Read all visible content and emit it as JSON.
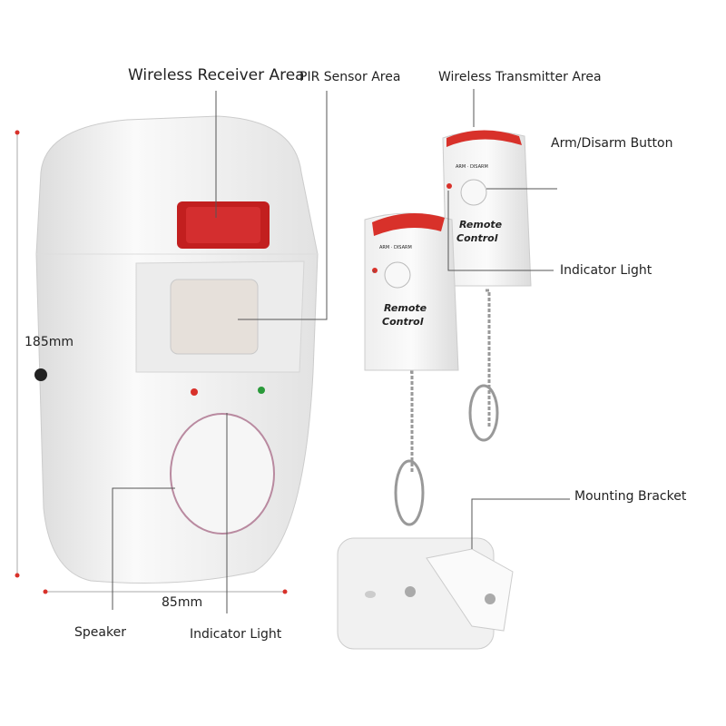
{
  "labels": {
    "wireless_receiver": "Wireless Receiver Area",
    "pir_sensor": "PIR Sensor Area",
    "wireless_transmitter": "Wireless Transmitter Area",
    "arm_disarm": "Arm/Disarm Button",
    "indicator_light_remote": "Indicator Light",
    "mounting_bracket": "Mounting Bracket",
    "height": "185mm",
    "width": "85mm",
    "speaker": "Speaker",
    "indicator_light_main": "Indicator Light"
  },
  "remote_text": {
    "line1": "Remote",
    "line2": "Control",
    "small": "ARM · DISARM"
  },
  "colors": {
    "accent_red": "#d8312a",
    "body_white": "#f2f2f2",
    "led_green": "#2a9a3a"
  }
}
